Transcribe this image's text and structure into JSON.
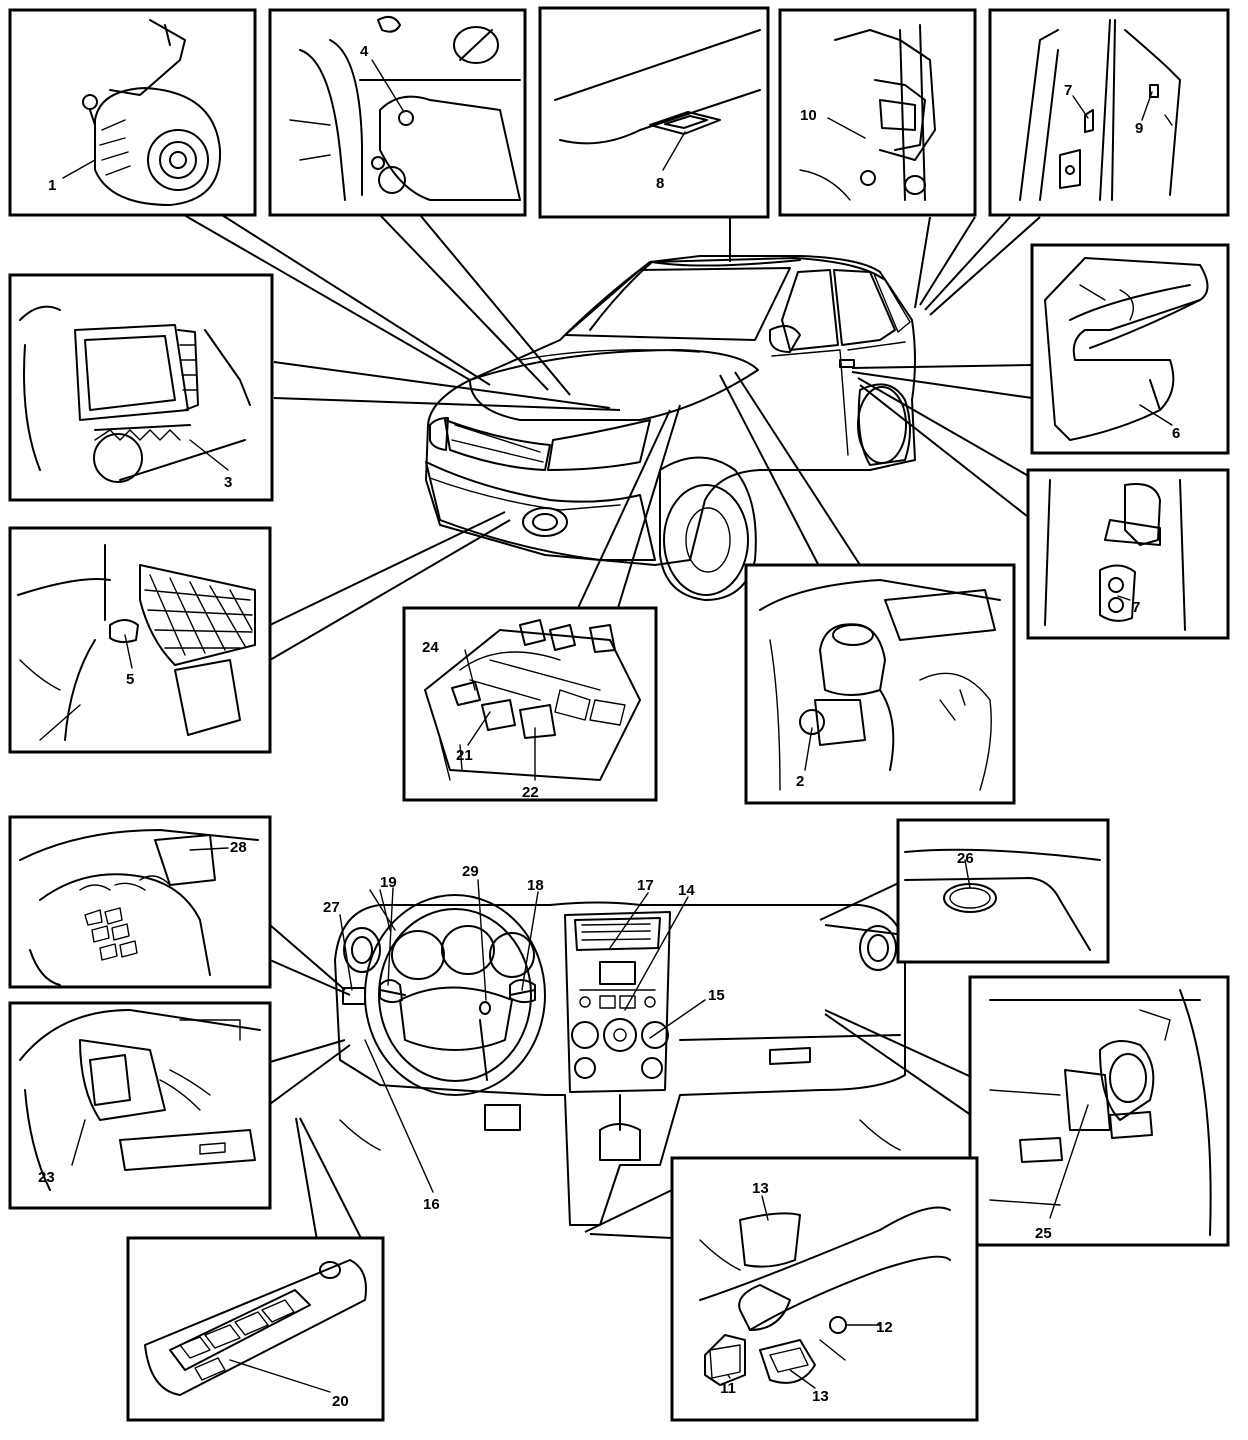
{
  "callouts": {
    "c1": "1",
    "c2": "2",
    "c3": "3",
    "c4": "4",
    "c5": "5",
    "c6": "6",
    "c7a": "7",
    "c7b": "7",
    "c8": "8",
    "c9": "9",
    "c10": "10",
    "c11": "11",
    "c12": "12",
    "c13a": "13",
    "c13b": "13",
    "c14": "14",
    "c15": "15",
    "c16": "16",
    "c17": "17",
    "c18": "18",
    "c19": "19",
    "c20": "20",
    "c21": "21",
    "c22": "22",
    "c23": "23",
    "c24": "24",
    "c25": "25",
    "c26": "26",
    "c27": "27",
    "c28": "28",
    "c29": "29"
  }
}
